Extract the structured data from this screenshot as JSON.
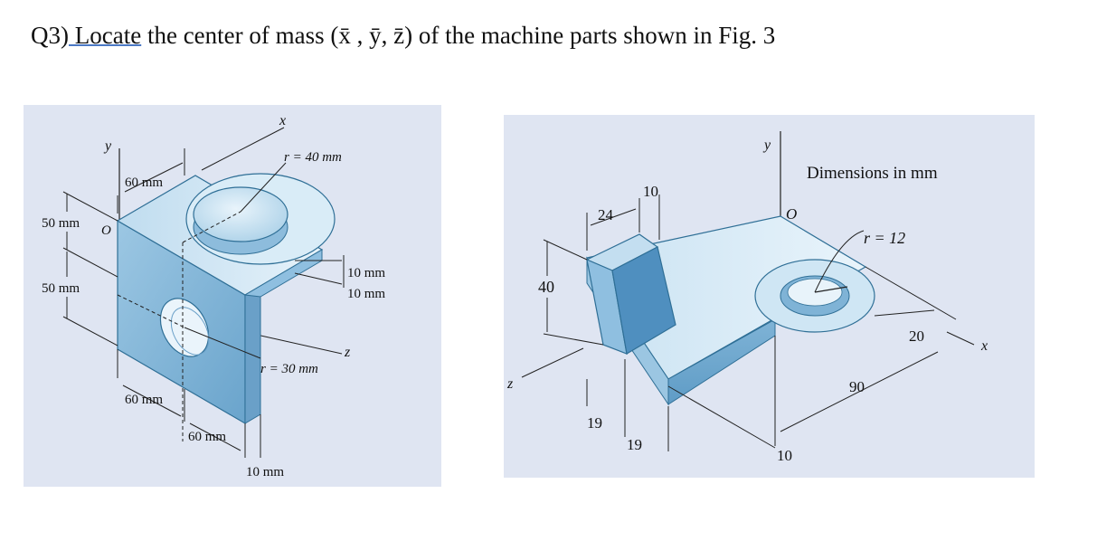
{
  "question": {
    "prefix": "Q3)",
    "head": " Locate",
    "tail": " the center of mass (x̄ , ȳ, z̄) of the machine parts shown in Fig. 3"
  },
  "figure_left": {
    "axis_y": "y",
    "axis_x": "x",
    "axis_z": "z",
    "origin": "O",
    "r_outer": "r = 40 mm",
    "r_hole": "r = 30 mm",
    "dim_top_width": "60 mm",
    "dim_50a": "50 mm",
    "dim_50b": "50 mm",
    "dim_10a": "10 mm",
    "dim_10b": "10 mm",
    "dim_60_bottom": "60 mm",
    "dim_60_lower": "60 mm",
    "dim_10_thick": "10 mm",
    "colors": {
      "panel": "#dfe5f2",
      "face_dark": "#7fb3d6",
      "face_mid": "#a9cfe6",
      "face_light": "#d4e8f4",
      "edge": "#2f6f96"
    }
  },
  "figure_right": {
    "note": "Dimensions in mm",
    "axis_y": "y",
    "axis_x": "x",
    "axis_z": "z",
    "origin": "O",
    "r_label": "r = 12",
    "d24": "24",
    "d10top": "10",
    "d40": "40",
    "d19a": "19",
    "d19b": "19",
    "d20": "20",
    "d90": "90",
    "d10bot": "10",
    "colors": {
      "panel": "#dfe5f2",
      "face_dark": "#7fb3d6",
      "face_mid": "#a9cfe6",
      "face_light": "#d4e8f4",
      "edge": "#2f6f96"
    }
  }
}
